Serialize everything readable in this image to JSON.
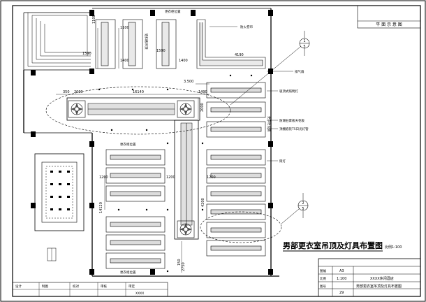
{
  "drawing": {
    "title": "男部更衣室吊顶及灯具布置图",
    "scale_note": "比例1:100",
    "key_plan_label": "平 面 示 意 图"
  },
  "annotations": {
    "locker_position": "更衣柜位置",
    "fire_shutter": "防火卷帘",
    "exhaust_fan": "排气扇",
    "ceiling_light": "吸顶式照明灯",
    "grille_panel": "防潮石膏板天花板",
    "strip_light_note": "顶棚嵌装T5日光灯管",
    "downlight": "筒灯",
    "panel_note": "铝扣板吊顶"
  },
  "callouts": [
    {
      "top": "1",
      "bottom": "5"
    },
    {
      "top": "2",
      "bottom": "5"
    }
  ],
  "dimensions": {
    "d1100a": "1100",
    "d1100b": "1100",
    "d1400a": "1400",
    "d1400b": "1400",
    "d1590a": "1590",
    "d1590b": "1590",
    "d1200a": "1200",
    "d1200b": "1200",
    "d1200c": "1200",
    "d2000a": "2000",
    "d2000b": "2000",
    "d4190": "4190",
    "d4200": "4200",
    "d3500": "3.500",
    "d16140": "16140",
    "d350": "350",
    "d1490": "1490",
    "d14120": "14120",
    "d150": "150",
    "d2750": "2750"
  },
  "title_block": {
    "project": "XXXX休闲酒店",
    "sheet_title": "男部更衣室吊顶及灯具布置图",
    "size_label": "图幅",
    "size_value": "A3",
    "scale_label": "比例",
    "scale_value": "1:100",
    "sheet_no_label": "图号",
    "sheet_no_value": "29",
    "designer": "设计",
    "drafter": "制图",
    "checker": "校对",
    "reviewer": "审核",
    "approver": "审定",
    "footer_code": "XXXX"
  }
}
